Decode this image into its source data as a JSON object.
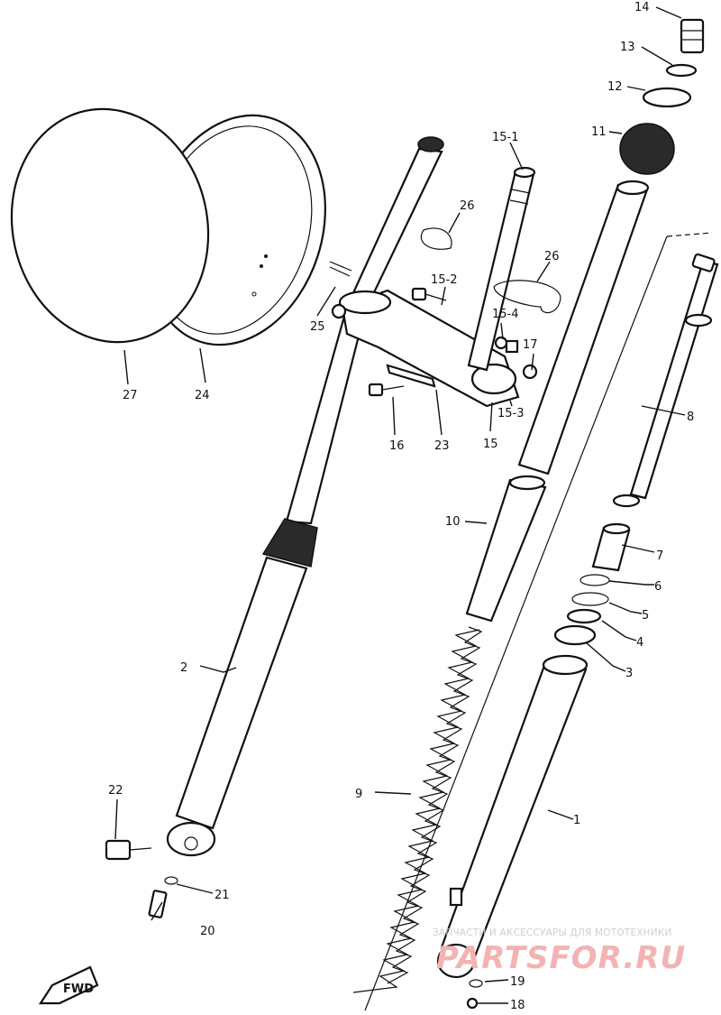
{
  "diagram": {
    "callouts": [
      "1",
      "2",
      "3",
      "4",
      "5",
      "6",
      "7",
      "8",
      "9",
      "10",
      "11",
      "12",
      "13",
      "14",
      "15",
      "15-1",
      "15-2",
      "15-3",
      "15-4",
      "16",
      "17",
      "18",
      "19",
      "20",
      "21",
      "22",
      "23",
      "24",
      "25",
      "26",
      "26",
      "27"
    ],
    "fwd_label": "FWD"
  },
  "watermark": {
    "caption": "ЗАПЧАСТИ И АКСЕССУАРЫ ДЛЯ МОТОТЕХНИКИ",
    "logo": "PARTSFOR.RU"
  }
}
